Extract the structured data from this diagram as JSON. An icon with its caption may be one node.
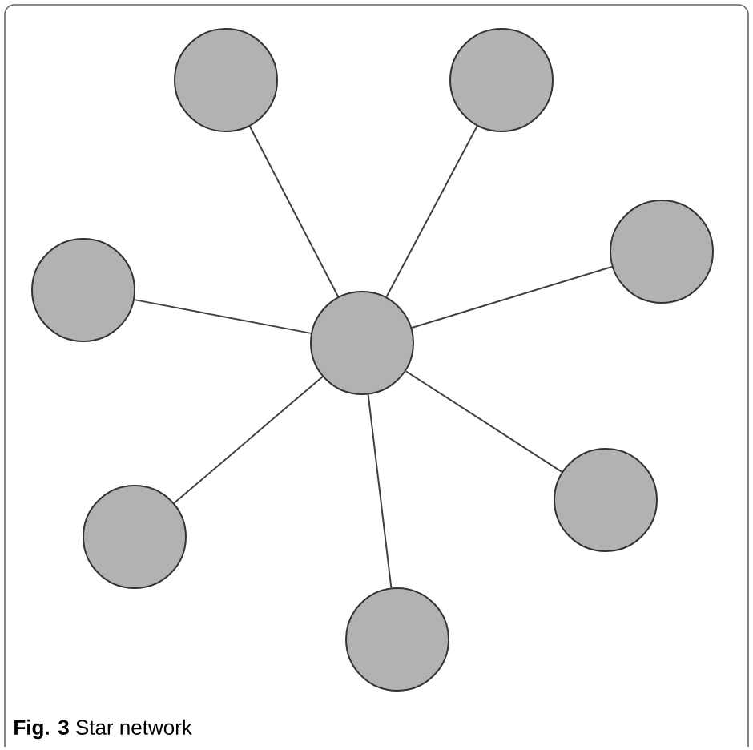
{
  "diagram": {
    "caption": "**Fig. 3** Star network",
    "nodes": [
      {
        "text": [],
        "shape": "circle"
      },
      {
        "text": [],
        "shape": "circle"
      },
      {
        "text": [],
        "shape": "circle"
      },
      {
        "text": [],
        "shape": "circle"
      },
      {
        "text": [],
        "shape": "circle"
      },
      {
        "text": [],
        "shape": "circle"
      },
      {
        "text": [],
        "shape": "circle"
      },
      {
        "text": [],
        "shape": "circle"
      }
    ],
    "edges": [
      {
        "from": 4,
        "to": 0,
        "arrow": "none"
      },
      {
        "from": 4,
        "to": 1,
        "arrow": "none"
      },
      {
        "from": 4,
        "to": 2,
        "arrow": "none"
      },
      {
        "from": 4,
        "to": 3,
        "arrow": "none"
      },
      {
        "from": 4,
        "to": 5,
        "arrow": "none"
      },
      {
        "from": 4,
        "to": 6,
        "arrow": "none"
      },
      {
        "from": 4,
        "to": 7,
        "arrow": "none"
      }
    ]
  }
}
